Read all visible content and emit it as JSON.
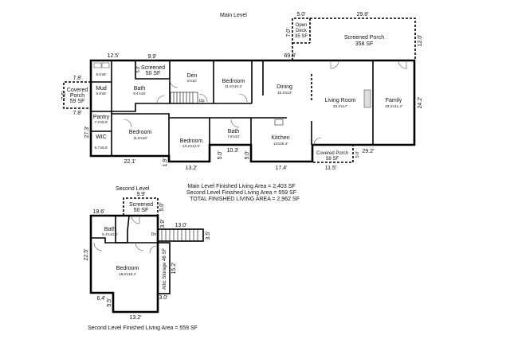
{
  "main_level": {
    "title": "Main Level",
    "rooms": {
      "open_deck": {
        "name1": "Open",
        "name2": "Deck",
        "area": "35 SF"
      },
      "screened_porch": {
        "name": "Screened Porch",
        "area": "358 SF"
      },
      "screened": {
        "name": "Screened",
        "area": "50 SF"
      },
      "covered_porch_left": {
        "name1": "Covered",
        "name2": "Porch",
        "area": "59 SF"
      },
      "laundry": {
        "size": "5.5'x6'"
      },
      "mud": {
        "name": "Mud",
        "size": "5.8'x6'"
      },
      "bath1": {
        "name": "Bath",
        "size": "9.4'x16'"
      },
      "den": {
        "name": "Den",
        "size": "8'x12'"
      },
      "stairs_up": {
        "label": "Up"
      },
      "bedroom1": {
        "name": "Bedroom",
        "size": "11.6'x10.4'"
      },
      "dining": {
        "name": "Dining",
        "size": "15.3'x13'"
      },
      "living": {
        "name": "Living Room",
        "size": "23.2'x17'"
      },
      "family": {
        "name": "Family",
        "size": "23.2'x11.4'"
      },
      "pantry": {
        "name": "Pantry",
        "size": "7.2'x5.5'"
      },
      "wic": {
        "name": "WIC",
        "size": "6.7'x5.5'"
      },
      "bedroom2": {
        "name": "Bedroom",
        "size": "11.8'x16'"
      },
      "bedroom3": {
        "name": "Bedroom",
        "size": "10.2'x12.2'"
      },
      "bath2": {
        "name": "Bath",
        "size": "7.6'x10'"
      },
      "kitchen": {
        "name": "Kitchen",
        "size": "13'x16.4'"
      },
      "covered_porch_right": {
        "name": "Covered Porch",
        "area": "58 SF"
      }
    },
    "dimensions": [
      "5.0'",
      "29.8'",
      "7.0'",
      "12.0'",
      "69.8'",
      "12.5'",
      "9.9'",
      "5.0'",
      "7.8'",
      "7.5'",
      "7.8'",
      "27.3'",
      "22.1'",
      "1.9'",
      "13.2'",
      "10.3'",
      "5.0'",
      "5.0'",
      "17.4'",
      "11.5'",
      "5.0'",
      "29.2'",
      "24.2'"
    ]
  },
  "second_level": {
    "title": "Second Level",
    "rooms": {
      "screened": {
        "name": "Screened",
        "area": "50 SF"
      },
      "bath": {
        "name": "Bath",
        "size": "8.4'x10.4'"
      },
      "bedroom": {
        "name": "Bedroom",
        "size": "18.6'x18.4'"
      },
      "attic": {
        "name": "Attic Storage 46 SF"
      },
      "stairs_down": {
        "label": "Dn"
      }
    },
    "dimensions": [
      "9.9'",
      "5.0'",
      "19.6'",
      "3.9'",
      "13.0'",
      "3.5'",
      "22.5'",
      "15.2'",
      "6.4'",
      "5.5'",
      "3.0'",
      "13.2'"
    ]
  },
  "summary": {
    "main": "Main Level Finished Living Area = 2,403 SF",
    "second": "Second Level Finished Living Area = 559 SF",
    "total": "TOTAL FINISHED LIVING AREA = 2,962 SF",
    "footer": "Second Level Finished Living Area = 559 SF"
  }
}
